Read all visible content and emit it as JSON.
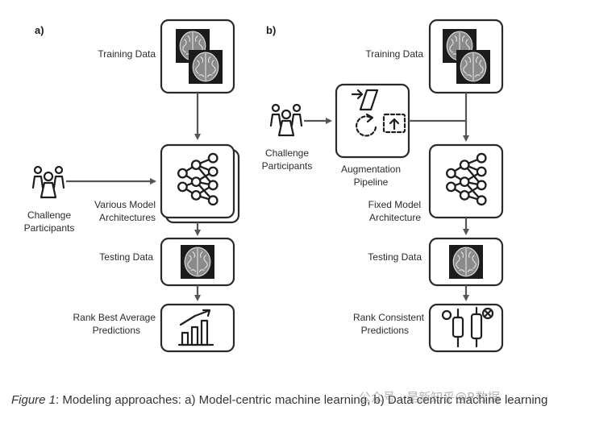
{
  "panels": {
    "a": {
      "tag": "a)",
      "training_data": "Training Data",
      "participants_line1": "Challenge",
      "participants_line2": "Participants",
      "model_line1": "Various Model",
      "model_line2": "Architectures",
      "testing_data": "Testing Data",
      "rank_line1": "Rank Best Average",
      "rank_line2": "Predictions"
    },
    "b": {
      "tag": "b)",
      "training_data": "Training Data",
      "participants_line1": "Challenge",
      "participants_line2": "Participants",
      "augmentation_line1": "Augmentation",
      "augmentation_line2": "Pipeline",
      "model_line1": "Fixed Model",
      "model_line2": "Architecture",
      "testing_data": "Testing Data",
      "rank_line1": "Rank Consistent",
      "rank_line2": "Predictions"
    }
  },
  "caption": {
    "figure_label": "Figure 1",
    "text": ": Modeling approaches: a) Model-centric machine learning, b) Data centric machine learning"
  },
  "watermark": "公众号 · 是新知乎@R数据"
}
